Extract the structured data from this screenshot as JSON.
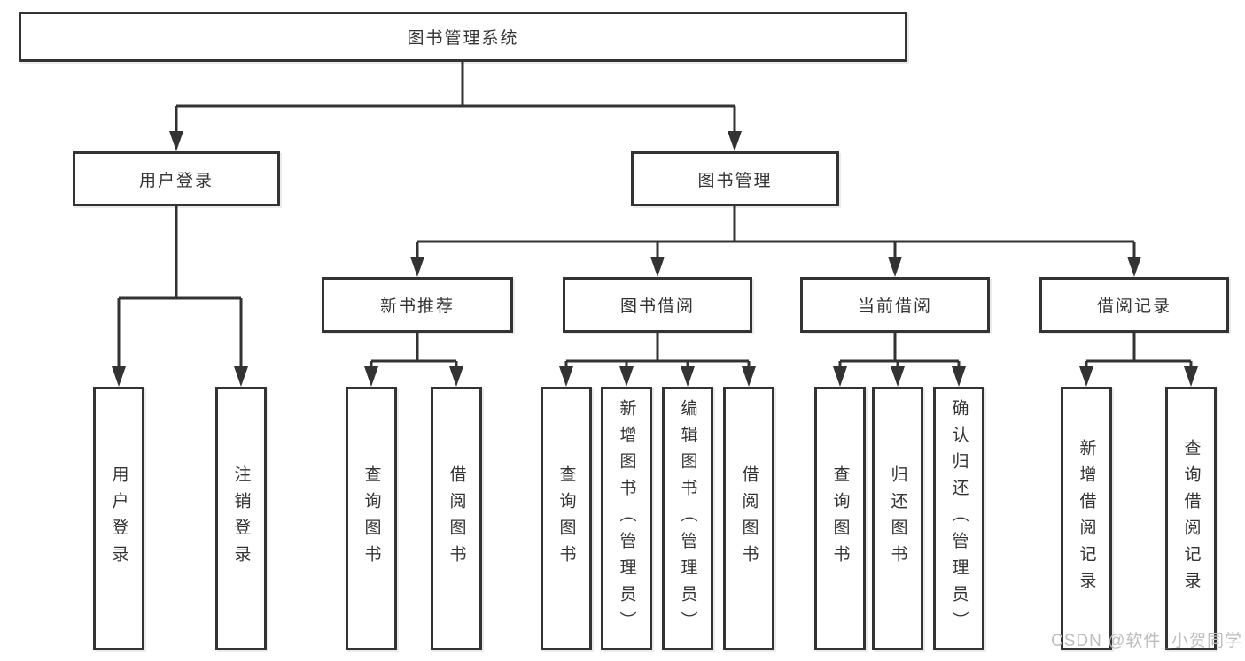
{
  "diagram_type": "hierarchy-tree",
  "colors": {
    "line": "#333333",
    "box_border": "#333333",
    "text": "#333333",
    "background": "#ffffff",
    "watermark": "#bdbdbd"
  },
  "tree": {
    "root": {
      "label": "图书管理系统",
      "children": [
        {
          "label": "用户登录",
          "children": [
            {
              "label": "用户登录"
            },
            {
              "label": "注销登录"
            }
          ]
        },
        {
          "label": "图书管理",
          "children": [
            {
              "label": "新书推荐",
              "children": [
                {
                  "label": "查询图书"
                },
                {
                  "label": "借阅图书"
                }
              ]
            },
            {
              "label": "图书借阅",
              "children": [
                {
                  "label": "查询图书"
                },
                {
                  "label": "新增图书（管理员）"
                },
                {
                  "label": "编辑图书（管理员）"
                },
                {
                  "label": "借阅图书"
                }
              ]
            },
            {
              "label": "当前借阅",
              "children": [
                {
                  "label": "查询图书"
                },
                {
                  "label": "归还图书"
                },
                {
                  "label": "确认归还（管理员）"
                }
              ]
            },
            {
              "label": "借阅记录",
              "children": [
                {
                  "label": "新增借阅记录"
                },
                {
                  "label": "查询借阅记录"
                }
              ]
            }
          ]
        }
      ]
    }
  },
  "watermark": {
    "text": "CSDN @软件_小贺同学"
  }
}
